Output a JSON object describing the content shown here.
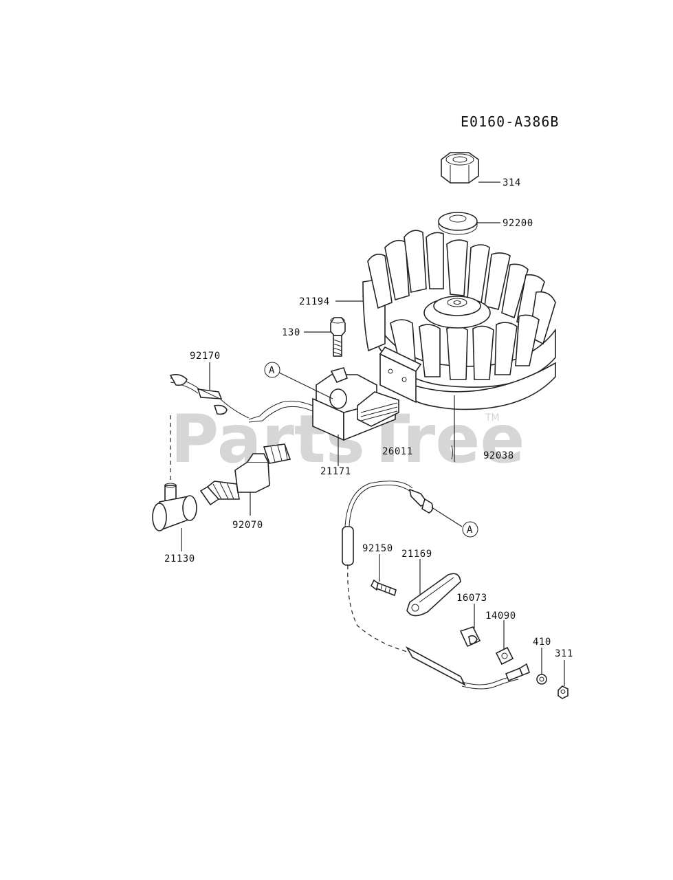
{
  "diagram": {
    "code": "E0160-A386B",
    "watermark": "PartsTree",
    "trademark": "TM",
    "callout_ref": "A",
    "part_labels": {
      "p314": "314",
      "p92200": "92200",
      "p21194": "21194",
      "p130": "130",
      "p92170": "92170",
      "p26011": "26011",
      "p92038": "92038",
      "p21171": "21171",
      "p92070": "92070",
      "p21130": "21130",
      "p92150": "92150",
      "p21169": "21169",
      "p16073": "16073",
      "p14090": "14090",
      "p410": "410",
      "p311": "311"
    }
  }
}
